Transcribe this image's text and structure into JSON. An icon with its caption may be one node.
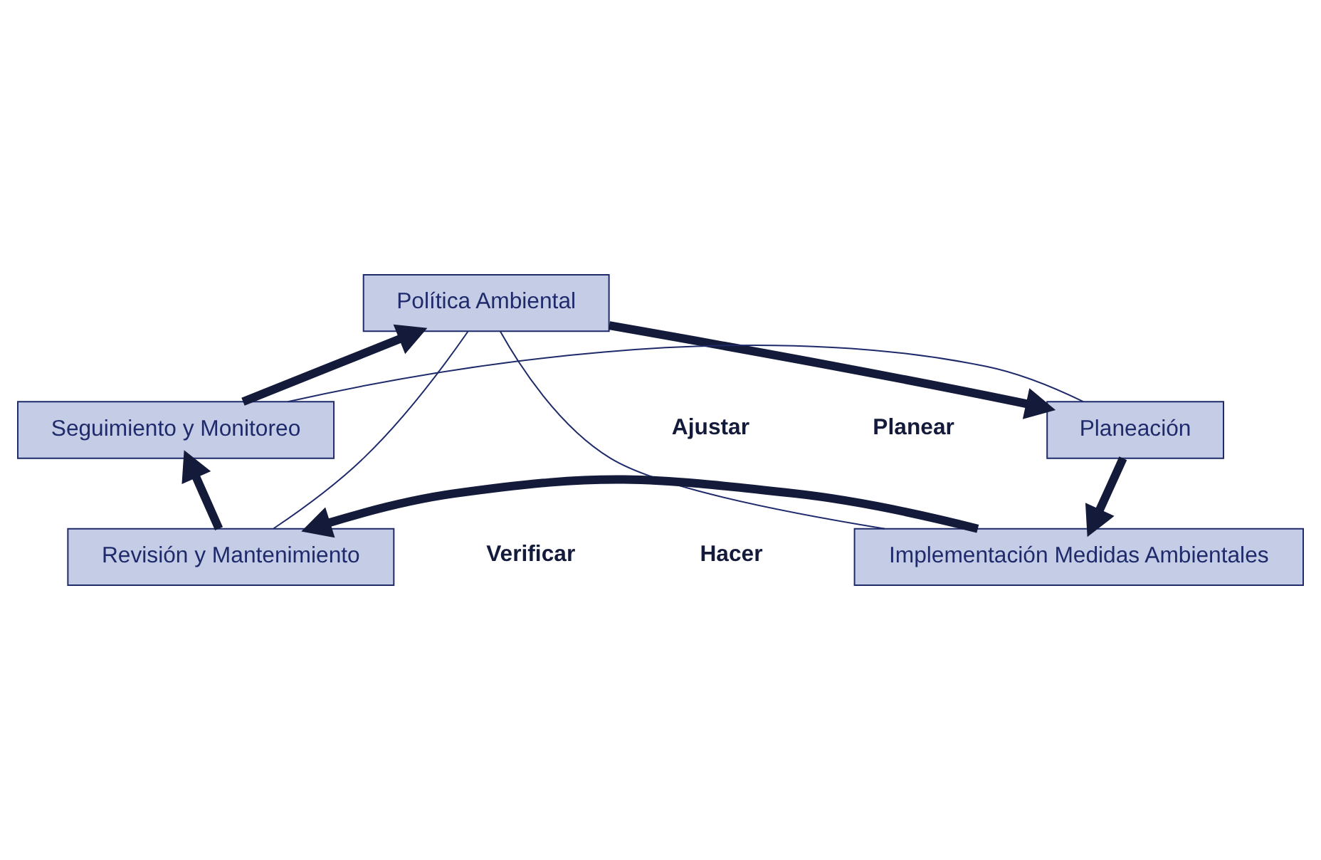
{
  "diagram": {
    "nodes": [
      {
        "text": [
          "Política Ambiental"
        ]
      },
      {
        "text": [
          "Seguimiento y Monitoreo"
        ]
      },
      {
        "text": [
          "Planeación"
        ]
      },
      {
        "text": [
          "Revisión y Mantenimiento"
        ]
      },
      {
        "text": [
          "Implementación Medidas Ambientales"
        ]
      }
    ],
    "edges": [
      {
        "from": 0,
        "to": 3,
        "arrow": "none"
      },
      {
        "from": 0,
        "to": 4,
        "arrow": "none"
      },
      {
        "from": 1,
        "to": 2,
        "arrow": "none"
      },
      {
        "from": 1,
        "to": 0,
        "arrow": "to"
      },
      {
        "from": 0,
        "to": 2,
        "arrow": "to"
      },
      {
        "from": 2,
        "to": 4,
        "arrow": "to"
      },
      {
        "from": 4,
        "to": 3,
        "arrow": "to"
      },
      {
        "from": 3,
        "to": 1,
        "arrow": "to"
      }
    ],
    "labels": [
      "Ajustar",
      "Planear",
      "Verificar",
      "Hacer"
    ]
  }
}
